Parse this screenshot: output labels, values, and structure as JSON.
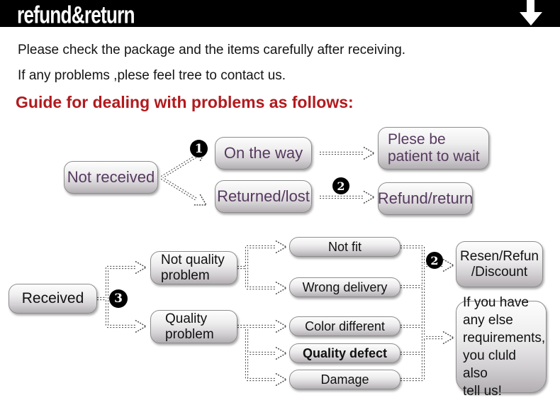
{
  "colors": {
    "header_bg": "#000000",
    "header_text": "#ffffff",
    "heading_red": "#b21a1e",
    "top_row_text_purple": "#56395f",
    "node_text_dark": "#111111",
    "node_gradient_top": "#fdfdfd",
    "node_gradient_bottom": "#b2aeb2"
  },
  "header": {
    "title": "refund&return",
    "icon": "down-arrow-icon"
  },
  "intro": {
    "line1": "Please check the package and the items carefully after receiving.",
    "line2": "If any problems ,plese feel tree to contact us.",
    "heading": "Guide for dealing with problems as follows:"
  },
  "flowchart": {
    "badges": {
      "b1": "1",
      "b2": "2",
      "b3": "3",
      "b2b": "2"
    },
    "nodes": {
      "not_received": {
        "label": "Not received"
      },
      "on_the_way": {
        "label": "On the way"
      },
      "returned_lost": {
        "label": "Returned/lost"
      },
      "plese_wait": {
        "line1": "Plese be",
        "line2": "patient to wait"
      },
      "refund_return": {
        "label": "Refund/return"
      },
      "received": {
        "label": "Received"
      },
      "not_quality": {
        "line1": "Not quality",
        "line2": "problem"
      },
      "quality_problem": {
        "line1": "Quality",
        "line2": "problem"
      },
      "not_fit": {
        "label": "Not fit"
      },
      "wrong_delivery": {
        "label": "Wrong delivery"
      },
      "color_different": {
        "label": "Color different"
      },
      "quality_defect": {
        "label": "Quality defect"
      },
      "damage": {
        "label": "Damage"
      },
      "resen_refun": {
        "line1": "Resen/Refun",
        "line2": "/Discount"
      },
      "if_you_have": {
        "line1": "If you have",
        "line2": "any else",
        "line3": "requirements,",
        "line4": "you cluld also",
        "line5": "tell us!"
      }
    },
    "edges": [
      {
        "from": "not_received",
        "to": "on_the_way",
        "badge": "1"
      },
      {
        "from": "not_received",
        "to": "returned_lost"
      },
      {
        "from": "on_the_way",
        "to": "plese_wait"
      },
      {
        "from": "returned_lost",
        "to": "refund_return",
        "badge": "2"
      },
      {
        "from": "received",
        "to": "not_quality",
        "badge": "3"
      },
      {
        "from": "received",
        "to": "quality_problem",
        "badge": "3"
      },
      {
        "from": "not_quality",
        "to": "not_fit"
      },
      {
        "from": "not_quality",
        "to": "wrong_delivery"
      },
      {
        "from": "not_fit",
        "to": "resen_refun",
        "badge": "2"
      },
      {
        "from": "wrong_delivery",
        "to": "resen_refun",
        "badge": "2"
      },
      {
        "from": "quality_problem",
        "to": "color_different"
      },
      {
        "from": "quality_problem",
        "to": "quality_defect"
      },
      {
        "from": "quality_problem",
        "to": "damage"
      },
      {
        "from": "color_different",
        "to": "if_you_have"
      },
      {
        "from": "quality_defect",
        "to": "if_you_have"
      },
      {
        "from": "damage",
        "to": "if_you_have"
      }
    ]
  }
}
